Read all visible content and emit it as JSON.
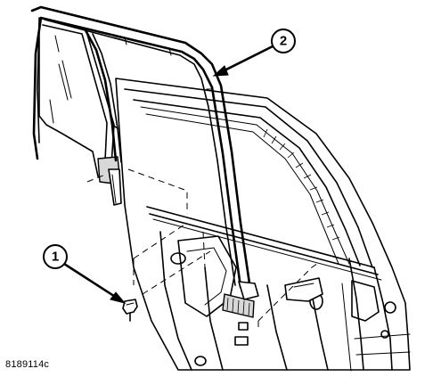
{
  "callouts": [
    {
      "id": "1",
      "label": "1"
    },
    {
      "id": "2",
      "label": "2"
    }
  ],
  "figure_code": "8189114c",
  "icons": [
    "leader-arrow-icon",
    "push-pin-retainer-icon"
  ]
}
